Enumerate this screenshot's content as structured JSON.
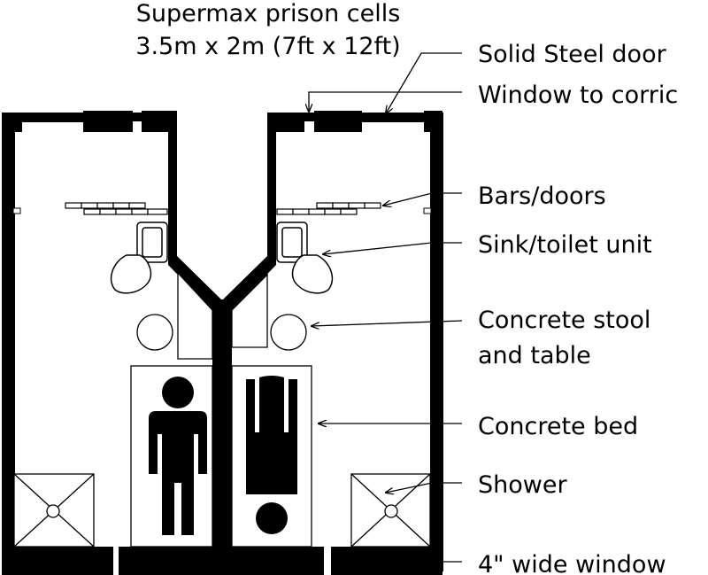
{
  "title": {
    "line1": "Supermax prison cells",
    "line2": "3.5m x 2m (7ft x 12ft)"
  },
  "labels": {
    "door": "Solid Steel door",
    "corridor_window": "Window to corric",
    "bars": "Bars/doors",
    "sink_toilet": "Sink/toilet unit",
    "stool_table_line1": "Concrete stool",
    "stool_table_line2": "and table",
    "bed": "Concrete bed",
    "shower": "Shower",
    "outer_window": "4\" wide window"
  }
}
